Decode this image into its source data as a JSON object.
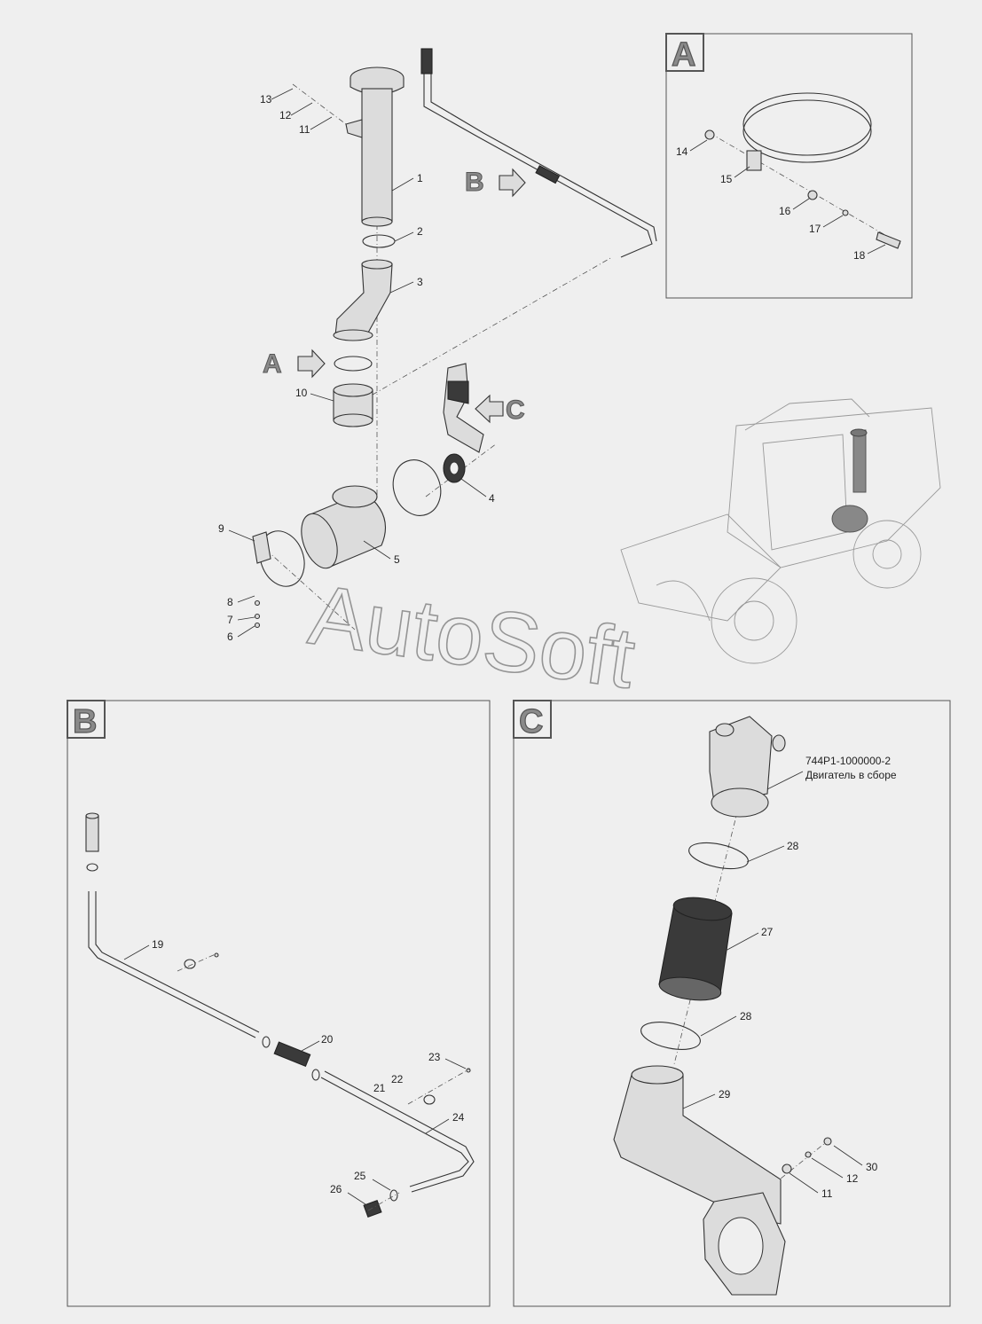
{
  "watermark": "AutoSoft",
  "views": {
    "A": {
      "letter": "A"
    },
    "B": {
      "letter": "B"
    },
    "C": {
      "letter": "C"
    }
  },
  "tags": {
    "A": "A",
    "B": "B",
    "C": "C"
  },
  "assembly_label": {
    "code": "744P1-1000000-2",
    "name": "Двигатель в сборе"
  },
  "callouts": {
    "main": [
      "1",
      "2",
      "3",
      "4",
      "5",
      "6",
      "7",
      "8",
      "9",
      "10",
      "11",
      "12",
      "13"
    ],
    "viewA": [
      "14",
      "15",
      "16",
      "17",
      "18"
    ],
    "viewB": [
      "19",
      "20",
      "21",
      "22",
      "23",
      "24",
      "25",
      "26"
    ],
    "viewC": [
      "27",
      "28",
      "28",
      "29",
      "30",
      "11",
      "12"
    ]
  }
}
